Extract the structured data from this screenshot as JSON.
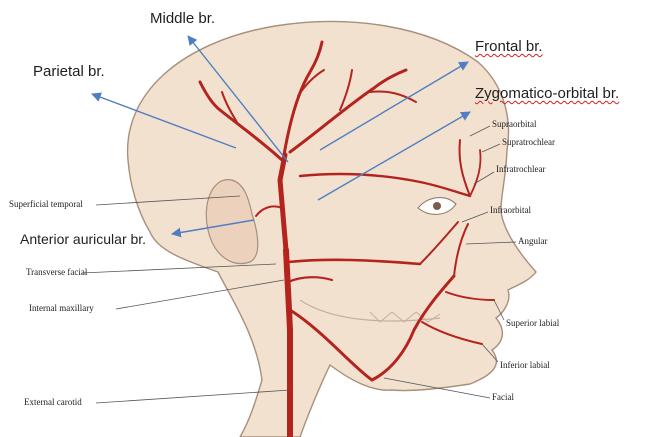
{
  "labels": {
    "middle": "Middle br.",
    "frontal": "Frontal br.",
    "parietal": "Parietal br.",
    "zygomatico": "Zygomatico-orbital br.",
    "anterior_auricular": "Anterior auricular br.",
    "supraorbital": "Supraorbital",
    "supratrochlear": "Supratrochlear",
    "infratrochlear": "Infratrochlear",
    "infraorbital": "Infraorbital",
    "angular": "Angular",
    "superior_labial": "Superior labial",
    "inferior_labial": "Inferior labial",
    "facial": "Facial",
    "superficial_temporal": "Superficial temporal",
    "transverse_facial": "Transverse facial",
    "internal_maxillary": "Internal maxillary",
    "external_carotid": "External carotid"
  },
  "colors": {
    "artery": "#b3241f",
    "skin": "#f3e1cf",
    "outline": "#a78f7d",
    "arrow": "#4f7fc2"
  }
}
